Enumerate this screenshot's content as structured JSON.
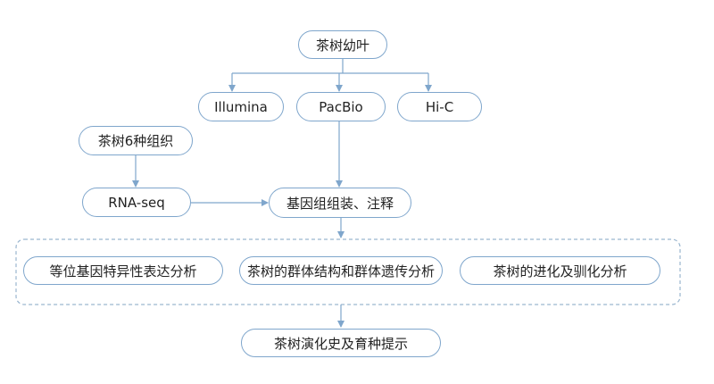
{
  "nodes": {
    "young_leaves": "茶树幼叶",
    "illumina": "Illumina",
    "pacbio": "PacBio",
    "hic": "Hi-C",
    "six_tissues": "茶树6种组织",
    "rnaseq": "RNA-seq",
    "assembly": "基因组组装、注释",
    "allele_analysis": "等位基因特异性表达分析",
    "population_analysis": "茶树的群体结构和群体遗传分析",
    "evolution_analysis": "茶树的进化及驯化分析",
    "history_breeding": "茶树演化史及育种提示"
  }
}
